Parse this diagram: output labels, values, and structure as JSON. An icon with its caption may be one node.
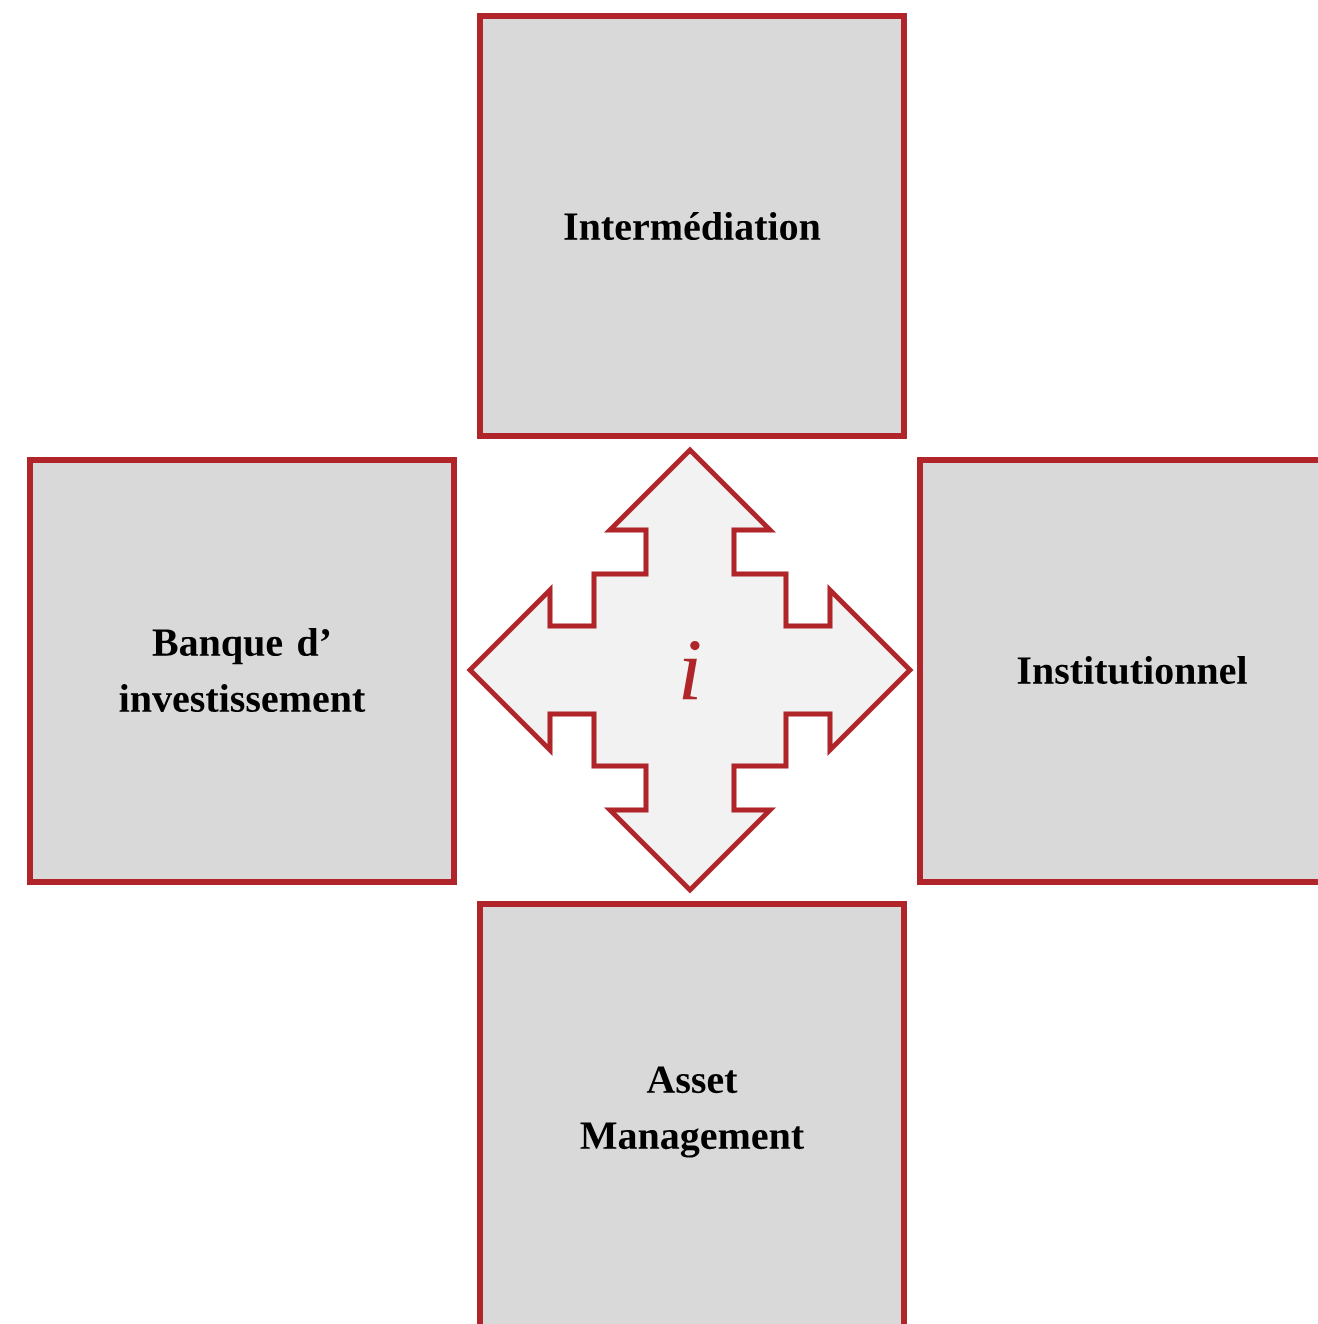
{
  "diagram": {
    "nodes": [
      {
        "text": [
          "Intermédiation"
        ]
      },
      {
        "text": [
          "Banque d’ investissement"
        ]
      },
      {
        "text": [
          "Institutionnel"
        ]
      },
      {
        "text": [
          "Asset Management"
        ]
      }
    ],
    "edges": [
      {
        "from": 0,
        "to": 3,
        "arrow": "both"
      },
      {
        "from": 1,
        "to": 2,
        "arrow": "both"
      }
    ],
    "labels": [
      "i"
    ]
  }
}
